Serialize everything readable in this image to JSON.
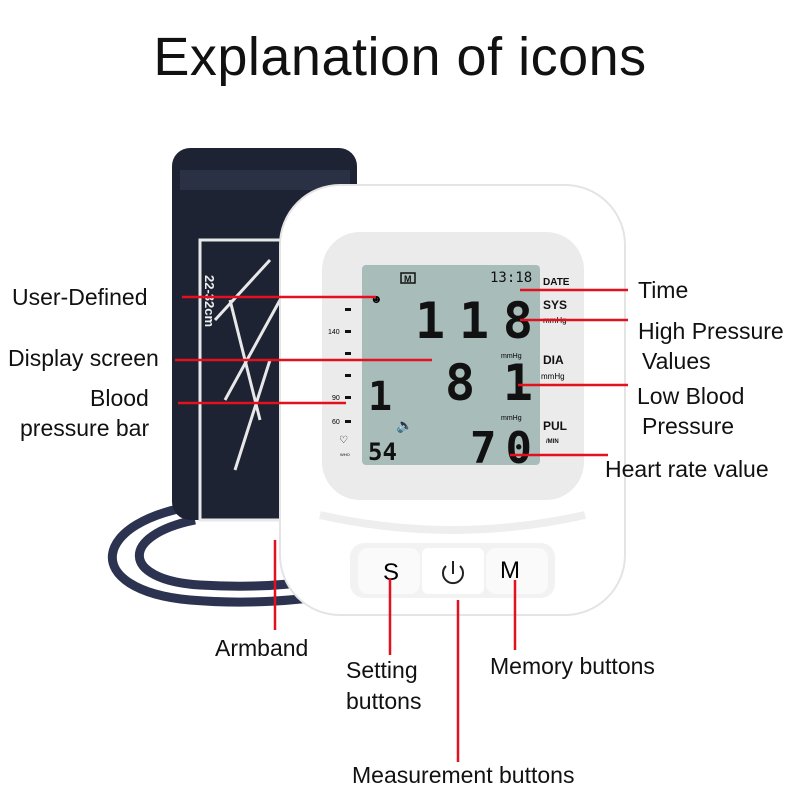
{
  "title": "Explanation of icons",
  "labels": {
    "user_defined": "User-Defined",
    "display_screen": "Display screen",
    "bp_bar_line1": "Blood",
    "bp_bar_line2": "pressure bar",
    "time": "Time",
    "high_line1": "High Pressure",
    "high_line2": "Values",
    "low_line1": "Low Blood",
    "low_line2": "Pressure",
    "heart_rate": "Heart rate value",
    "armband": "Armband",
    "setting_line1": "Setting",
    "setting_line2": "buttons",
    "memory": "Memory buttons",
    "measurement": "Measurement buttons"
  },
  "device": {
    "cuff_text": "22-32cm",
    "lcd": {
      "memory_badge": "M",
      "time": "13:18",
      "date_label": "DATE",
      "sys_label": "SYS",
      "sys_unit": "mmHg",
      "sys_value": "118",
      "sys_value_unit": "mmHg",
      "dia_label": "DIA",
      "dia_unit": "mmHg",
      "dia_value": "81",
      "dia_value_unit": "mmHg",
      "pul_label": "PUL",
      "pul_unit": "/MIN",
      "pul_value": "70",
      "memory_count": "54",
      "bar_level": "1",
      "scale": [
        "140",
        "90",
        "60"
      ],
      "who_label": "WHO"
    },
    "buttons": {
      "set": "S",
      "power": "power-icon",
      "memory": "M"
    }
  },
  "colors": {
    "callout_line": "#e3101e",
    "cuff": "#1d2333",
    "lcd": "#a8bcba",
    "device": "#ffffff"
  }
}
